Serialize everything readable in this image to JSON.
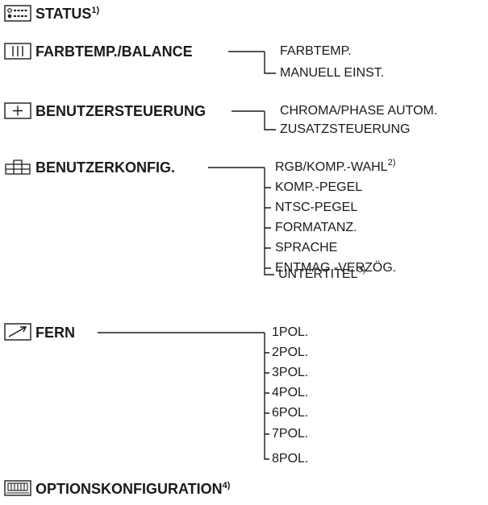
{
  "menu": [
    {
      "title": "STATUS",
      "footnote": "1)",
      "icon": "status-icon",
      "items": []
    },
    {
      "title": "FARBTEMP./BALANCE",
      "icon": "color-bars-icon",
      "items": [
        {
          "label": "FARBTEMP."
        },
        {
          "label": "MANUELL EINST."
        }
      ]
    },
    {
      "title": "BENUTZERSTEUERUNG",
      "icon": "plus-box-icon",
      "items": [
        {
          "label": "CHROMA/PHASE AUTOM."
        },
        {
          "label": "ZUSATZSTEUERUNG"
        }
      ]
    },
    {
      "title": "BENUTZERKONFIG.",
      "icon": "config-tree-icon",
      "items": [
        {
          "label": "RGB/KOMP.-WAHL",
          "footnote": "2)"
        },
        {
          "label": "KOMP.-PEGEL"
        },
        {
          "label": "NTSC-PEGEL"
        },
        {
          "label": "FORMATANZ."
        },
        {
          "label": "SPRACHE"
        },
        {
          "label": "ENTMAG.-VERZÖG."
        },
        {
          "label": "UNTERTITEL",
          "footnote": "3)"
        }
      ]
    },
    {
      "title": "FERN",
      "icon": "remote-arrow-icon",
      "items": [
        {
          "label": "1POL."
        },
        {
          "label": "2POL."
        },
        {
          "label": "3POL."
        },
        {
          "label": "4POL."
        },
        {
          "label": "6POL."
        },
        {
          "label": "7POL."
        },
        {
          "label": "8POL."
        }
      ]
    },
    {
      "title": "OPTIONSKONFIGURATION",
      "footnote": "4)",
      "icon": "option-grid-icon",
      "items": []
    }
  ]
}
